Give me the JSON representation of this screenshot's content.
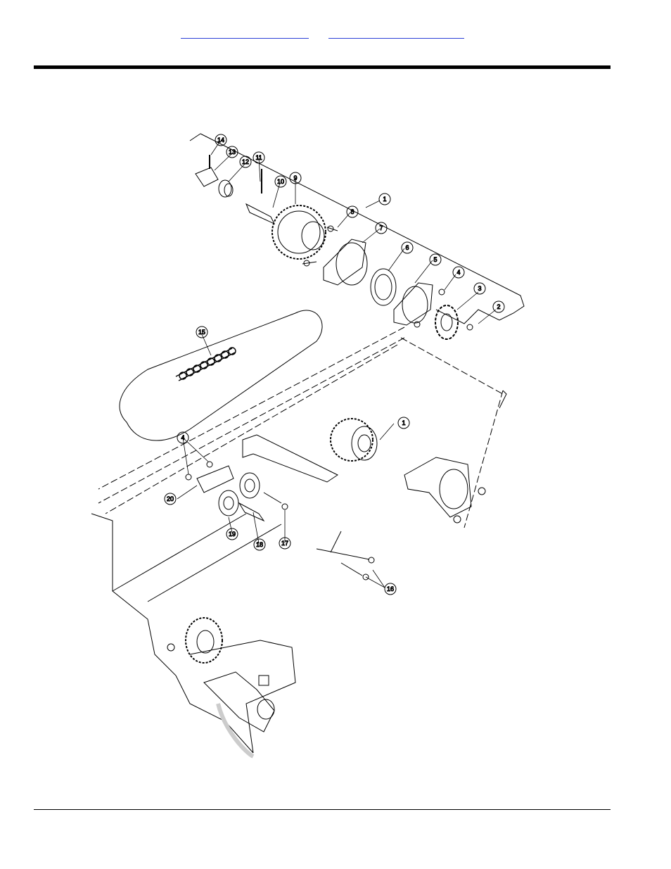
{
  "header": {
    "links": [
      {
        "text": ""
      },
      {
        "text": ""
      }
    ]
  },
  "diagram": {
    "callouts": [
      "1",
      "2",
      "3",
      "4",
      "5",
      "6",
      "7",
      "8",
      "9",
      "10",
      "11",
      "12",
      "13",
      "14",
      "15",
      "16",
      "17",
      "18",
      "19",
      "20",
      "1",
      "4"
    ]
  }
}
